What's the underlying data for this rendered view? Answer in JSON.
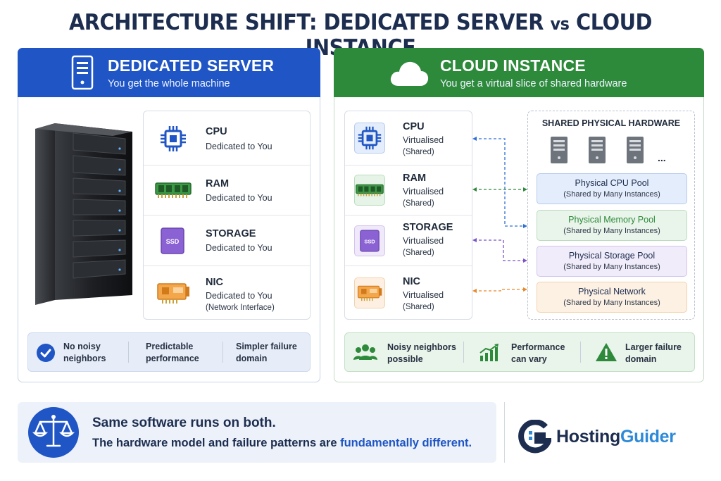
{
  "title": {
    "main": "ARCHITECTURE SHIFT: DEDICATED SERVER",
    "vs": "vs",
    "rest": "CLOUD INSTANCE"
  },
  "dedicated": {
    "title": "DEDICATED SERVER",
    "subtitle": "You get the whole machine",
    "components": [
      {
        "name": "CPU",
        "desc": "Dedicated to You",
        "icon": "cpu-icon"
      },
      {
        "name": "RAM",
        "desc": "Dedicated to You",
        "icon": "ram-icon"
      },
      {
        "name": "STORAGE",
        "desc": "Dedicated to You",
        "icon": "ssd-icon"
      },
      {
        "name": "NIC",
        "desc": "Dedicated to You",
        "desc2": "(Network Interface)",
        "icon": "nic-icon"
      }
    ],
    "benefits": [
      {
        "l1": "No noisy",
        "l2": "neighbors"
      },
      {
        "l1": "Predictable",
        "l2": "performance"
      },
      {
        "l1": "Simpler failure",
        "l2": "domain"
      }
    ]
  },
  "cloud": {
    "title": "CLOUD INSTANCE",
    "subtitle": "You get a virtual slice of shared hardware",
    "components": [
      {
        "name": "CPU",
        "desc": "Virtualised",
        "desc2": "(Shared)",
        "icon": "cpu-icon"
      },
      {
        "name": "RAM",
        "desc": "Virtualised",
        "desc2": "(Shared)",
        "icon": "ram-icon"
      },
      {
        "name": "STORAGE",
        "desc": "Virtualised",
        "desc2": "(Shared)",
        "icon": "ssd-icon"
      },
      {
        "name": "NIC",
        "desc": "Virtualised",
        "desc2": "(Shared)",
        "icon": "nic-icon"
      }
    ],
    "shared_title": "SHARED PHYSICAL HARDWARE",
    "ellipsis": "...",
    "pools": [
      {
        "name": "Physical CPU Pool",
        "desc": "(Shared by Many Instances)",
        "color": "#2e6fd6"
      },
      {
        "name": "Physical Memory Pool",
        "desc": "(Shared by Many Instances)",
        "color": "#2e8a3b"
      },
      {
        "name": "Physical Storage Pool",
        "desc": "(Shared by Many Instances)",
        "color": "#7b55c7"
      },
      {
        "name": "Physical Network",
        "desc": "(Shared by Many Instances)",
        "color": "#e8892b"
      }
    ],
    "drawbacks": [
      {
        "l1": "Noisy neighbors",
        "l2": "possible"
      },
      {
        "l1": "Performance",
        "l2": "can vary"
      },
      {
        "l1": "Larger failure",
        "l2": "domain"
      }
    ]
  },
  "footer": {
    "line1": "Same software runs on both.",
    "line2_a": "The hardware model and failure patterns are ",
    "line2_b": "fundamentally different.",
    "brand_a": "Hosting",
    "brand_b": "Guider",
    "logo_letter": "G"
  },
  "colors": {
    "blue": "#1f55c4",
    "green": "#2e8a3b",
    "purple": "#7b55c7",
    "orange": "#e8892b",
    "navy": "#1c2d4f"
  }
}
